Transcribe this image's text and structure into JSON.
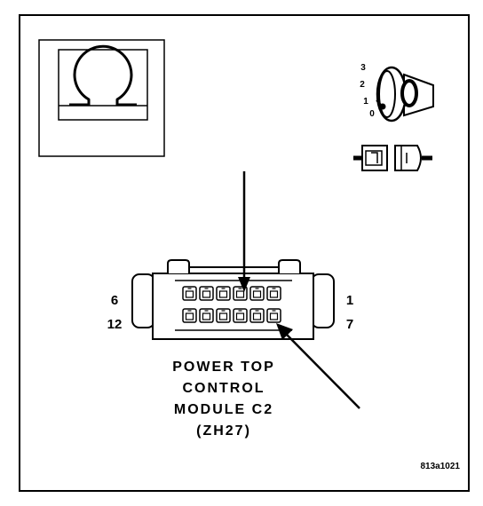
{
  "diagram": {
    "connector": {
      "pin_labels": {
        "top_left": "6",
        "bottom_left": "12",
        "top_right": "1",
        "bottom_right": "7"
      }
    },
    "caption_lines": [
      "POWER TOP",
      "CONTROL",
      "MODULE C2",
      "(ZH27)"
    ],
    "figure_id": "813a1021",
    "key_positions": [
      "3",
      "2",
      "1",
      "0"
    ],
    "ohmmeter_symbol": "Ω"
  }
}
